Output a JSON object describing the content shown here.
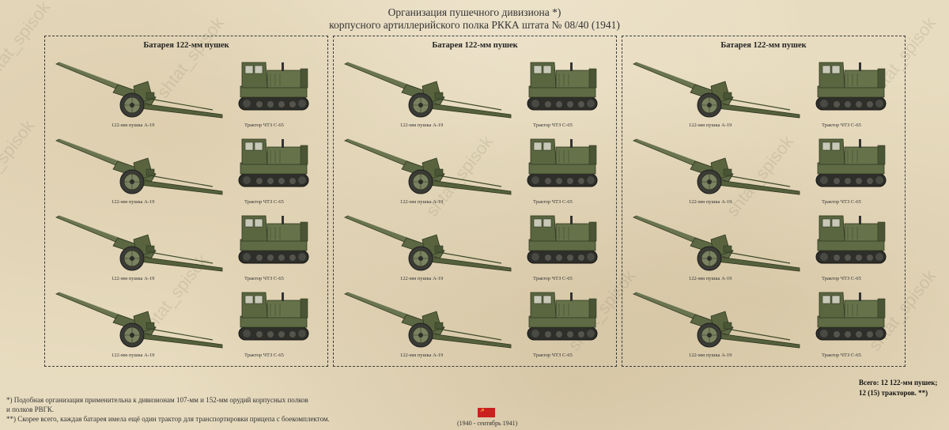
{
  "header": {
    "line1": "Организация пушечного дивизиона *)",
    "line2": "корпусного артиллерийского полка РККА штата № 08/40 (1941)"
  },
  "batteries": [
    {
      "title": "Батарея 122-мм пушек",
      "units": [
        {
          "gun": "122-мм пушка А-19",
          "tractor": "Трактор ЧТЗ С-65"
        },
        {
          "gun": "122-мм пушка А-19",
          "tractor": "Трактор ЧТЗ С-65"
        },
        {
          "gun": "122-мм пушка А-19",
          "tractor": "Трактор ЧТЗ С-65"
        },
        {
          "gun": "122-мм пушка А-19",
          "tractor": "Трактор ЧТЗ С-65"
        }
      ]
    },
    {
      "title": "Батарея 122-мм пушек",
      "units": [
        {
          "gun": "122-мм пушка А-19",
          "tractor": "Трактор ЧТЗ С-65"
        },
        {
          "gun": "122-мм пушка А-19",
          "tractor": "Трактор ЧТЗ С-65"
        },
        {
          "gun": "122-мм пушка А-19",
          "tractor": "Трактор ЧТЗ С-65"
        },
        {
          "gun": "122-мм пушка А-19",
          "tractor": "Трактор ЧТЗ С-65"
        }
      ]
    },
    {
      "title": "Батарея 122-мм пушек",
      "units": [
        {
          "gun": "122-мм пушка А-19",
          "tractor": "Трактор ЧТЗ С-65"
        },
        {
          "gun": "122-мм пушка А-19",
          "tractor": "Трактор ЧТЗ С-65"
        },
        {
          "gun": "122-мм пушка А-19",
          "tractor": "Трактор ЧТЗ С-65"
        },
        {
          "gun": "122-мм пушка А-19",
          "tractor": "Трактор ЧТЗ С-65"
        }
      ]
    }
  ],
  "totals": {
    "line1": "Всего: 12 122-мм пушек;",
    "line2": "12 (15) тракторов. **)"
  },
  "footnotes": {
    "note1_line1": "*) Подобная организация применительна к дивизионам 107-мм и 152-мм орудий корпусных полков",
    "note1_line2": "и полков РВГК.",
    "note2": "**) Скорее всего, каждая батарея имела ещё один трактор для транспортировки прицепа с боекомплектом."
  },
  "period": "(1940 - сентябрь 1941)",
  "watermark": "shtat_spisok",
  "colors": {
    "background": "#e8dcc0",
    "olive": "#5f6b45",
    "olive_dark": "#3f4a2c",
    "flag_red": "#cc1f1f"
  },
  "icons": {
    "gun": "howitzer-a19-icon",
    "tractor": "tractor-chtz-s65-icon",
    "flag": "ussr-flag-icon"
  }
}
